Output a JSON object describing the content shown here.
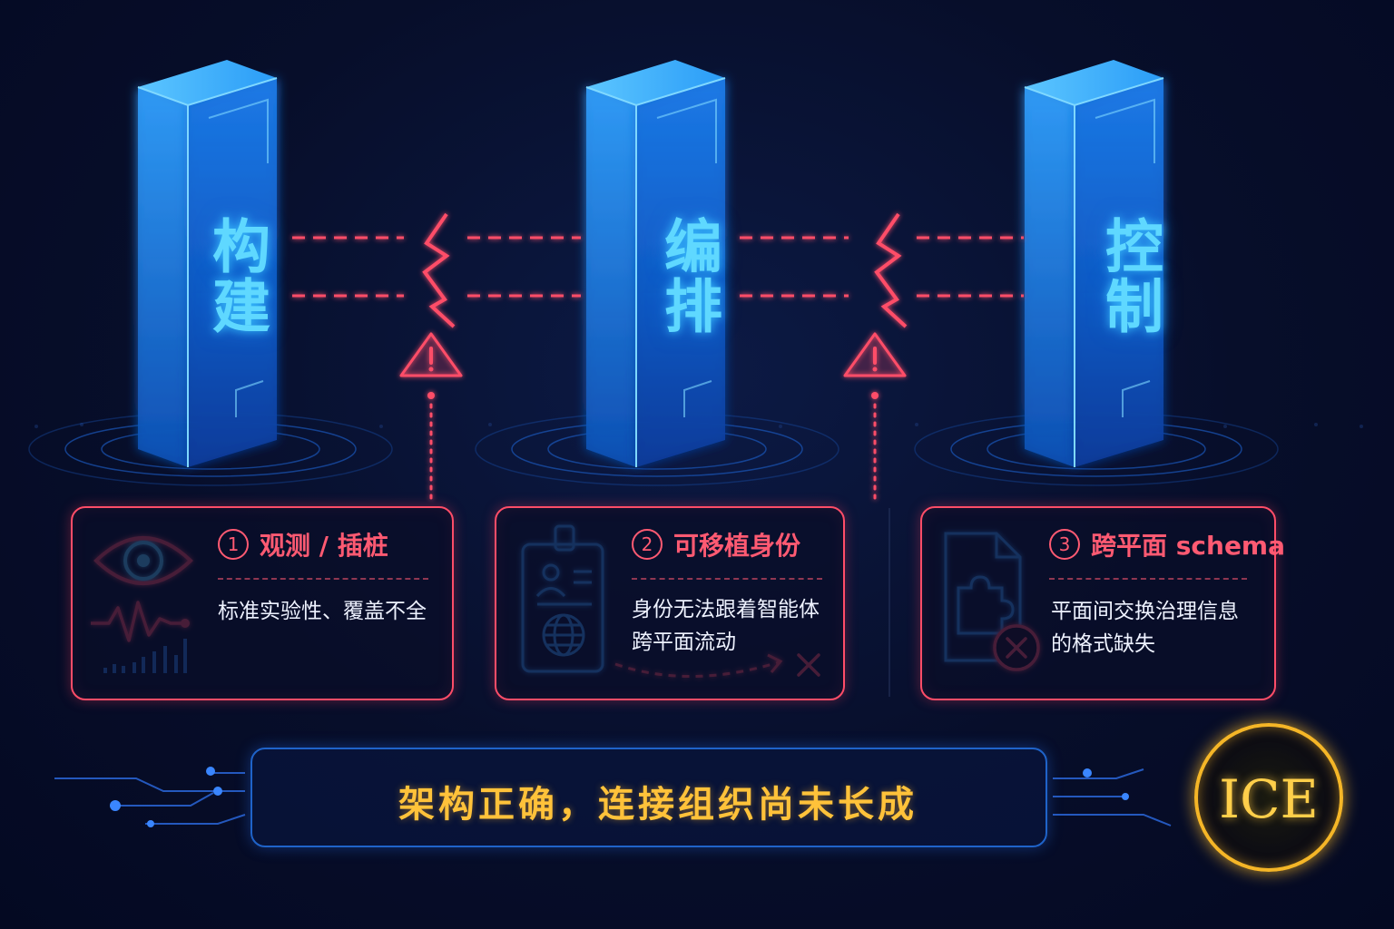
{
  "pillars": [
    {
      "label": "构建"
    },
    {
      "label": "编排"
    },
    {
      "label": "控制"
    }
  ],
  "cards": [
    {
      "number": "1",
      "title": "观测 / 插桩",
      "lines": [
        "标准实验性、覆盖不全"
      ]
    },
    {
      "number": "2",
      "title": "可移植身份",
      "lines": [
        "身份无法跟着智能体",
        "跨平面流动"
      ]
    },
    {
      "number": "3",
      "title": "跨平面 schema",
      "lines": [
        "平面间交换治理信息",
        "的格式缺失"
      ]
    }
  ],
  "banner": {
    "text": "架构正确，连接组织尚未长成"
  },
  "logo": {
    "text": "ICE"
  },
  "colors": {
    "background": "#070e2a",
    "pillar": "#1a7ee0",
    "pillar_glow": "#5fd8ff",
    "alert": "#ff4d68",
    "banner_border": "#1f63c9",
    "banner_text": "#ffc23a",
    "logo": "#f5b627"
  },
  "icons": [
    "warning-icon",
    "eye-icon",
    "heartbeat-icon",
    "id-badge-icon",
    "globe-icon",
    "document-puzzle-icon",
    "error-x-icon",
    "broken-link-icon"
  ]
}
